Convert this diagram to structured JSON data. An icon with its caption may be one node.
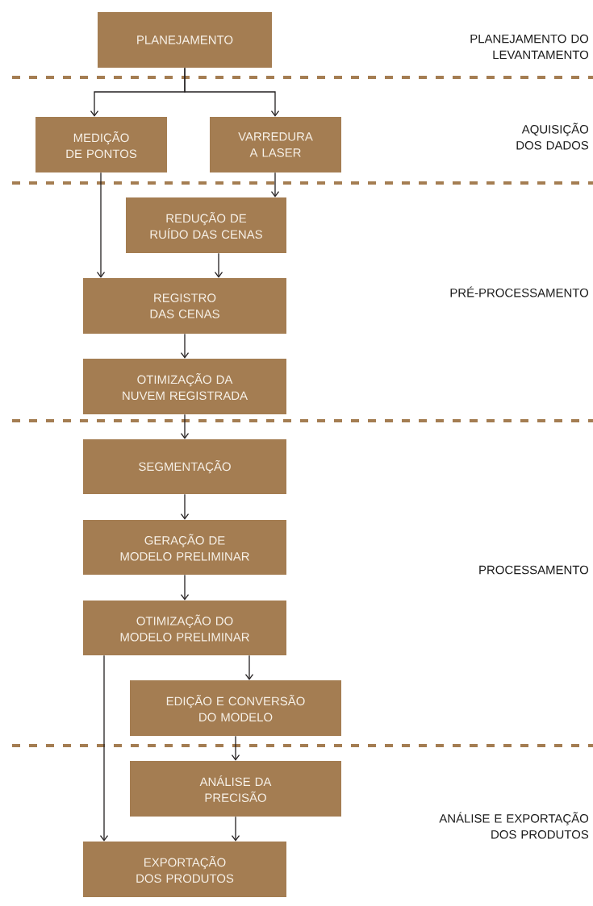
{
  "diagram": {
    "nodes": [
      {
        "text": [
          "PLANEJAMENTO"
        ]
      },
      {
        "text": [
          "MEDIÇÃO DE PONTOS"
        ]
      },
      {
        "text": [
          "VARREDURA A LASER"
        ]
      },
      {
        "text": [
          "REDUÇÃO DE RUÍDO DAS CENAS"
        ]
      },
      {
        "text": [
          "REGISTRO DAS CENAS"
        ]
      },
      {
        "text": [
          "OTIMIZAÇÃO DA NUVEM REGISTRADA"
        ]
      },
      {
        "text": [
          "SEGMENTAÇÃO"
        ]
      },
      {
        "text": [
          "GERAÇÃO DE MODELO PRELIMINAR"
        ]
      },
      {
        "text": [
          "OTIMIZAÇÃO DO MODELO PRELIMINAR"
        ]
      },
      {
        "text": [
          "EDIÇÃO E CONVERSÃO DO MODELO"
        ]
      },
      {
        "text": [
          "ANÁLISE DA PRECISÃO"
        ]
      },
      {
        "text": [
          "EXPORTAÇÃO DOS PRODUTOS"
        ]
      }
    ],
    "edges": [
      {
        "from": 0,
        "to": 1,
        "arrow": "to"
      },
      {
        "from": 0,
        "to": 2,
        "arrow": "to"
      },
      {
        "from": 1,
        "to": 4,
        "arrow": "to"
      },
      {
        "from": 2,
        "to": 3,
        "arrow": "to"
      },
      {
        "from": 3,
        "to": 4,
        "arrow": "to"
      },
      {
        "from": 4,
        "to": 5,
        "arrow": "to"
      },
      {
        "from": 5,
        "to": 6,
        "arrow": "to"
      },
      {
        "from": 6,
        "to": 7,
        "arrow": "to"
      },
      {
        "from": 7,
        "to": 8,
        "arrow": "to"
      },
      {
        "from": 8,
        "to": 9,
        "arrow": "to"
      },
      {
        "from": 8,
        "to": 11,
        "arrow": "to"
      },
      {
        "from": 9,
        "to": 10,
        "arrow": "to"
      },
      {
        "from": 10,
        "to": 11,
        "arrow": "to"
      }
    ],
    "labels": [
      "PLANEJAMENTO DO LEVANTAMENTO",
      "AQUISIÇÃO DOS DADOS",
      "PRÉ-PROCESSAMENTO",
      "PROCESSAMENTO",
      "ANÁLISE E EXPORTAÇÃO DOS PRODUTOS"
    ]
  }
}
